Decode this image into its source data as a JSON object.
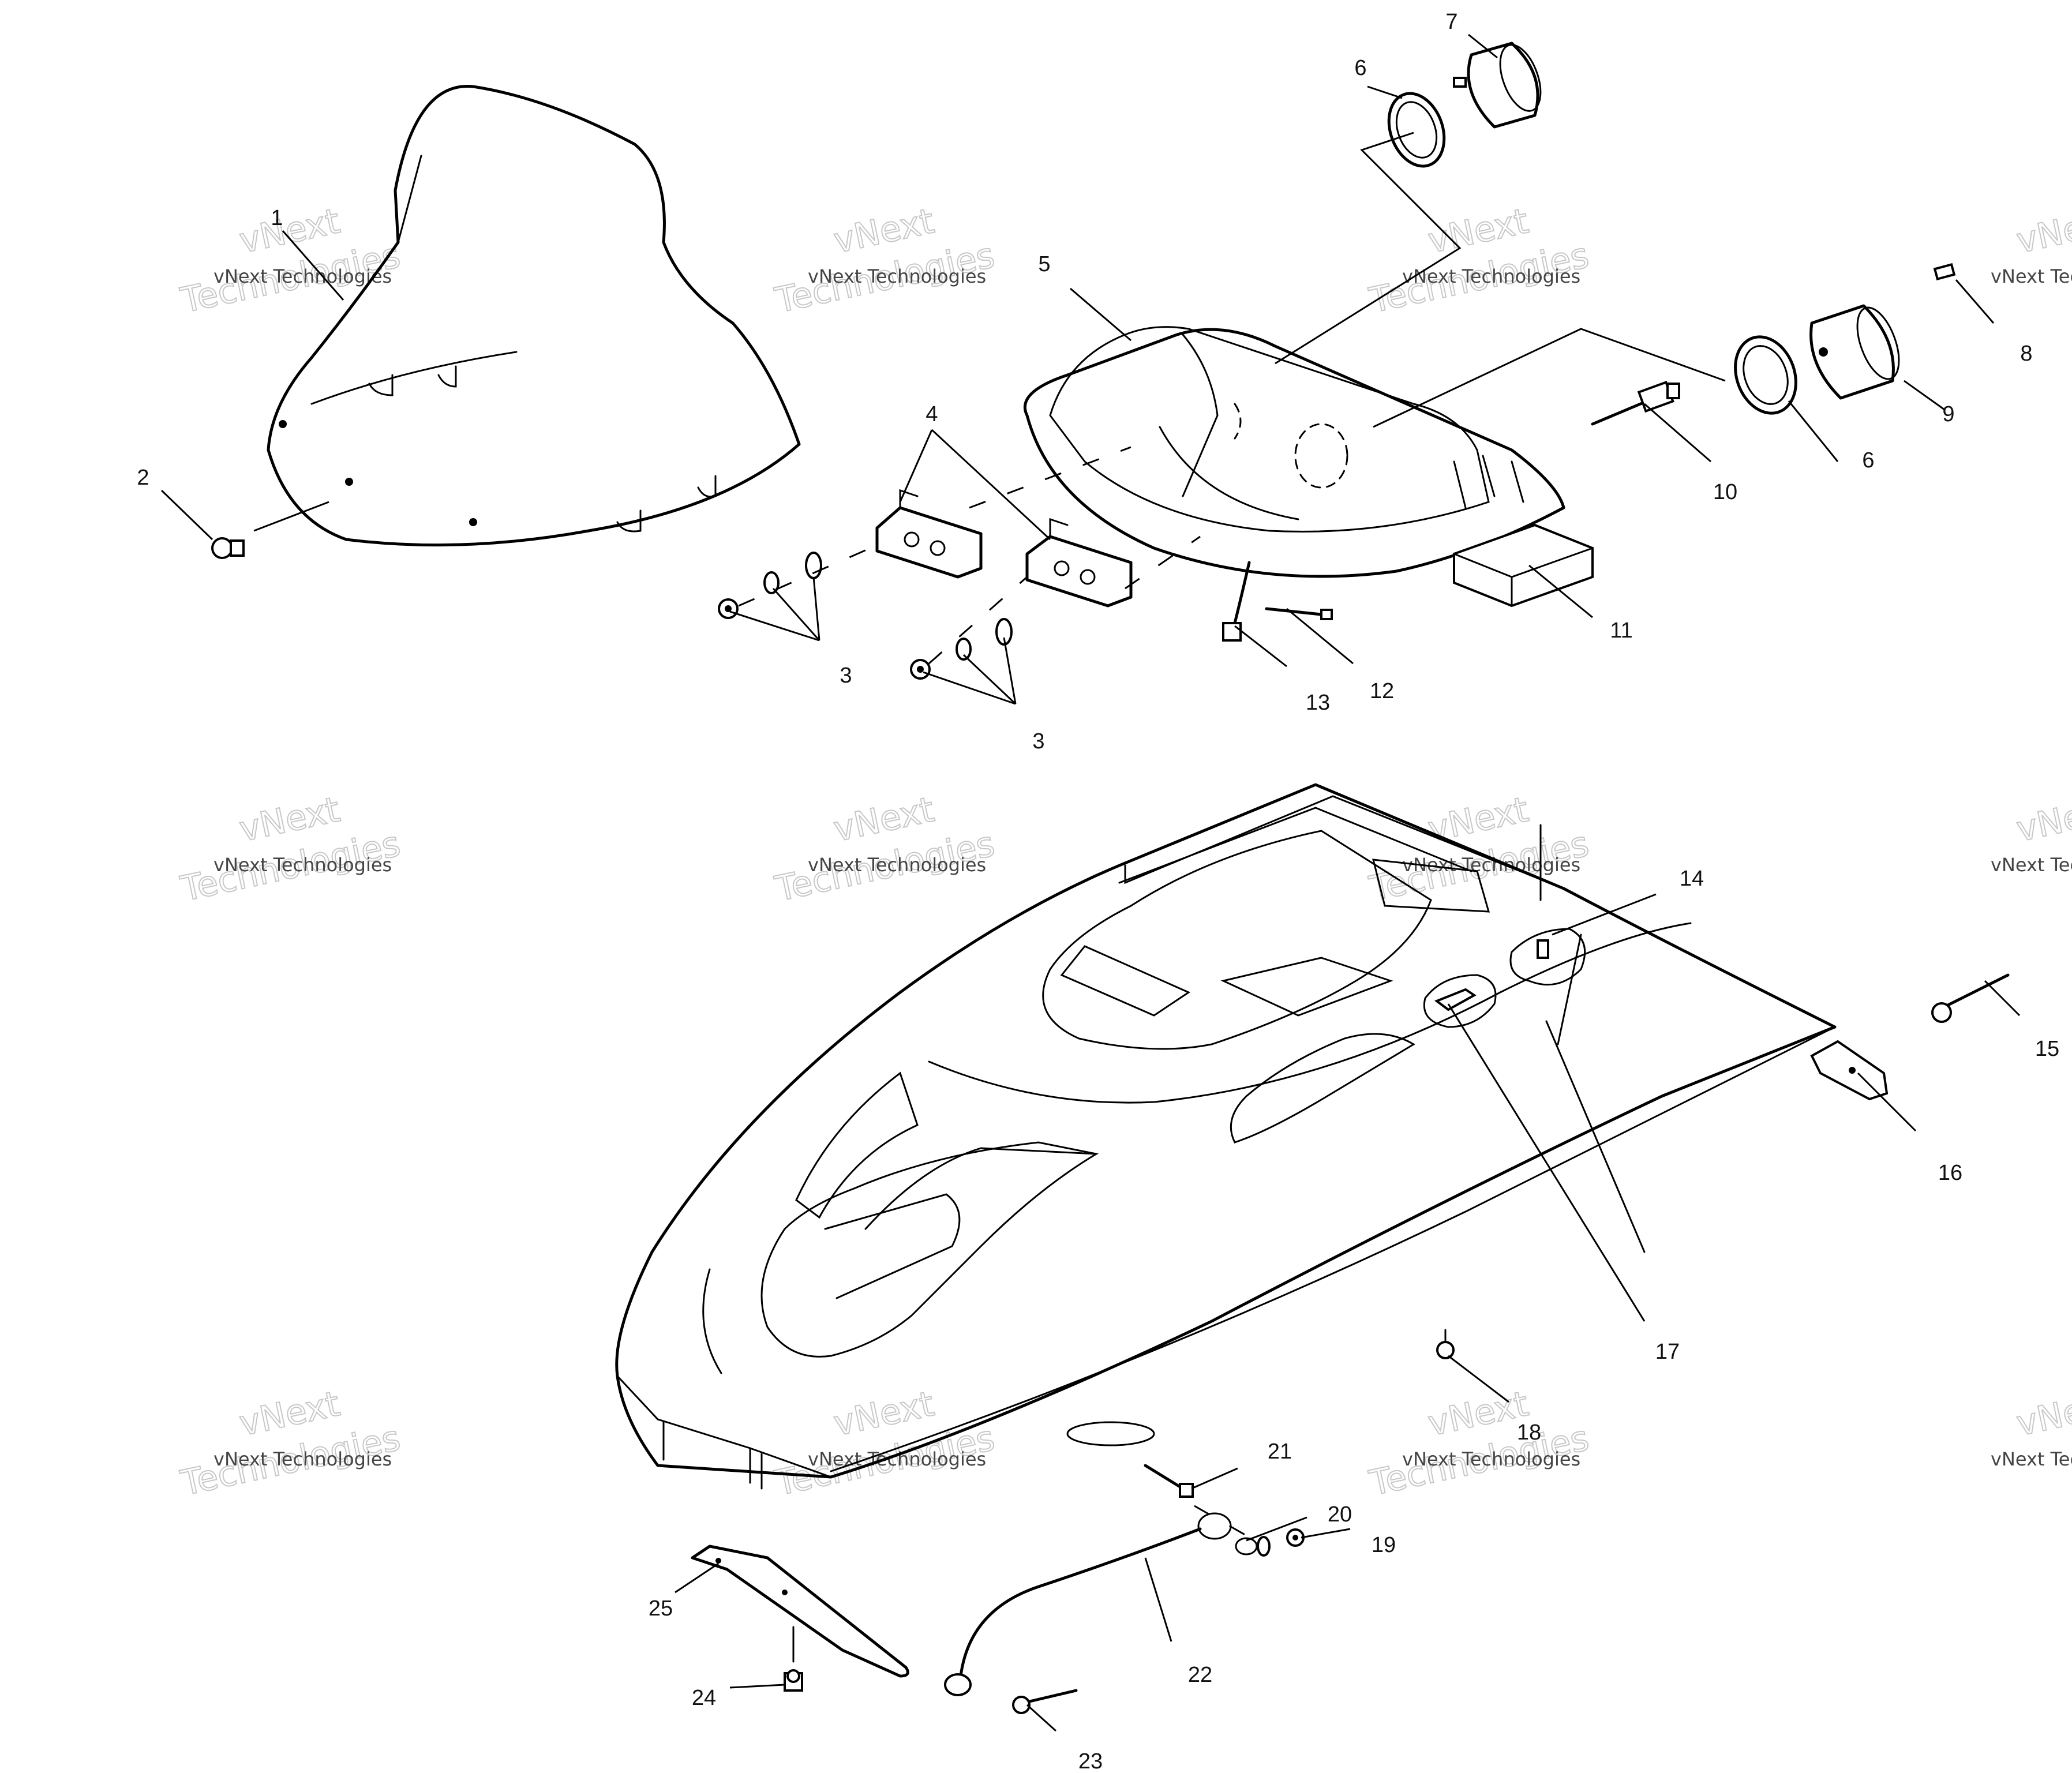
{
  "watermark": {
    "small_text": "vNext Technologies",
    "big_line1": "vNext",
    "big_line2": "Technologies"
  },
  "callouts": {
    "c1": "1",
    "c2": "2",
    "c3a": "3",
    "c3b": "3",
    "c4": "4",
    "c5": "5",
    "c6a": "6",
    "c6b": "6",
    "c7": "7",
    "c8": "8",
    "c9": "9",
    "c10": "10",
    "c11": "11",
    "c12": "12",
    "c13": "13",
    "c14": "14",
    "c15": "15",
    "c16": "16",
    "c17": "17",
    "c18": "18",
    "c19": "19",
    "c20": "20",
    "c21": "21",
    "c22": "22",
    "c23": "23",
    "c24": "24",
    "c25": "25"
  }
}
